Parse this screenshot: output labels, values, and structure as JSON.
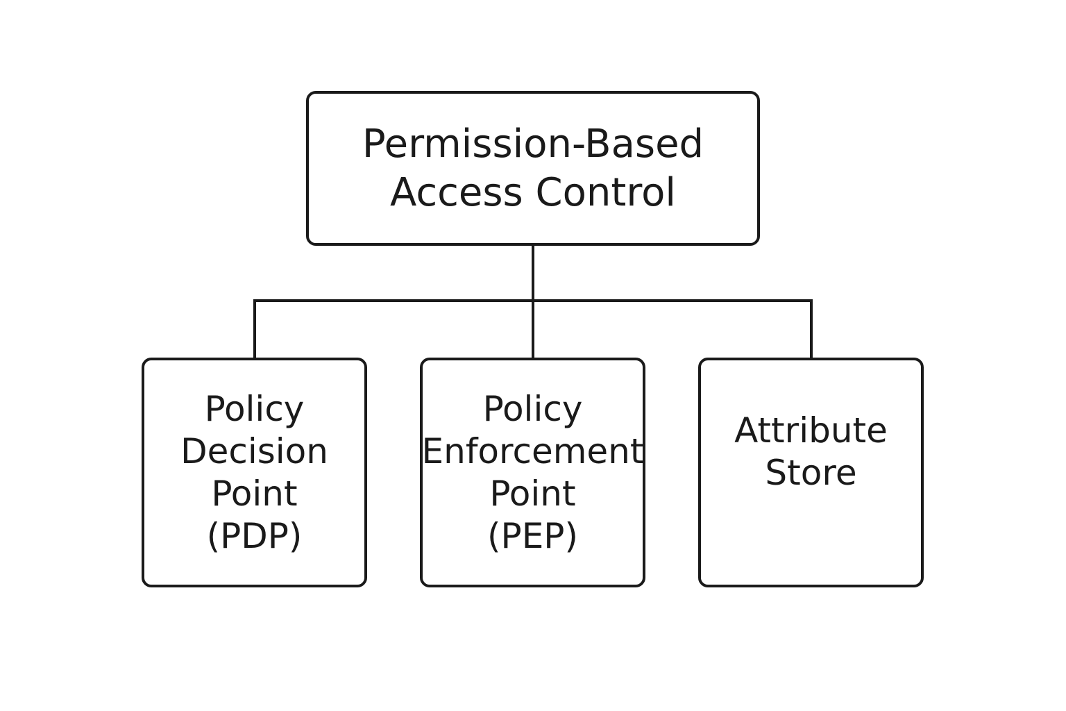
{
  "root": {
    "lines": [
      "Permission-Based",
      "Access Control"
    ]
  },
  "children": [
    {
      "lines": [
        "Policy",
        "Decision",
        "Point",
        "(PDP)"
      ]
    },
    {
      "lines": [
        "Policy",
        "Enforcement",
        "Point",
        "(PEP)"
      ]
    },
    {
      "lines": [
        "Attribute",
        "Store"
      ]
    }
  ],
  "colors": {
    "stroke": "#1a1a1a",
    "background": "#ffffff"
  }
}
